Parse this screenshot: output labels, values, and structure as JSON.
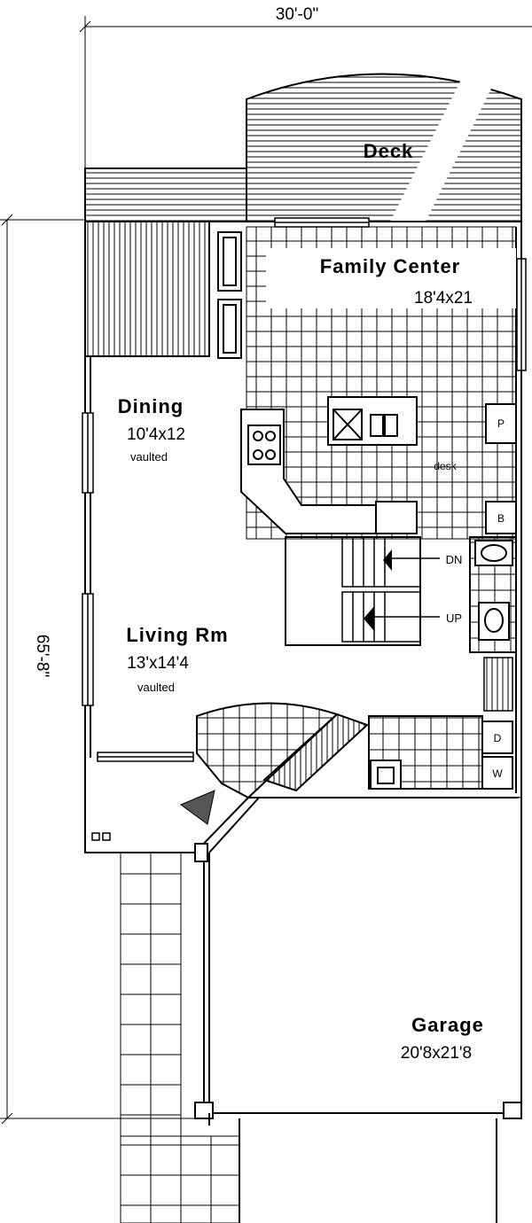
{
  "dimensions": {
    "width": "30'-0\"",
    "depth": "65'-8\""
  },
  "rooms": {
    "deck": {
      "name": "Deck"
    },
    "family": {
      "name": "Family Center",
      "size": "18'4x21"
    },
    "dining": {
      "name": "Dining",
      "size": "10'4x12",
      "note": "vaulted"
    },
    "living": {
      "name": "Living Rm",
      "size": "13'x14'4",
      "note": "vaulted"
    },
    "garage": {
      "name": "Garage",
      "size": "20'8x21'8"
    }
  },
  "annotations": {
    "desk": "desk",
    "stairs_down": "DN",
    "stairs_up": "UP",
    "pantry": "P",
    "broom": "B",
    "dryer": "D",
    "washer": "W"
  }
}
